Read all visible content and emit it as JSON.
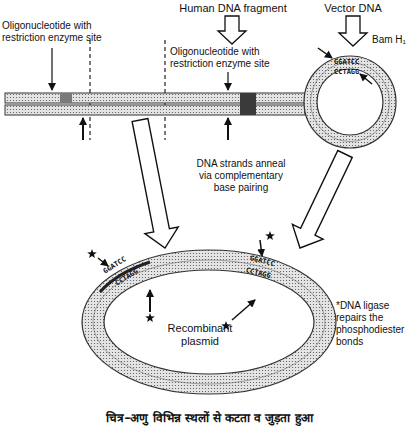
{
  "diagram": {
    "caption": "चित्र–अणु विभिन्न स्थलों से कटता व जुड़ता हुआ",
    "nodes": [
      {
        "text": [
          "Human DNA fragment"
        ]
      },
      {
        "text": [
          "Vector DNA"
        ]
      },
      {
        "text": [
          "Recombinant plasmid"
        ]
      }
    ],
    "edges": [
      {
        "from": 0,
        "to": 2,
        "arrow": "to"
      },
      {
        "from": 1,
        "to": 2,
        "arrow": "to"
      }
    ],
    "labels": [
      "Oligonucleotide with restriction enzyme site",
      "Oligonucleotide with restriction enzyme site",
      "Bam H₁",
      "DNA strands anneal via complementary base pairing",
      "*DNA ligase repairs the phosphodiester bonds",
      "GGATCC",
      "CCTAGG",
      "GGATCC",
      "CCTAGG",
      "GGATCC",
      "CCTAGG"
    ]
  }
}
